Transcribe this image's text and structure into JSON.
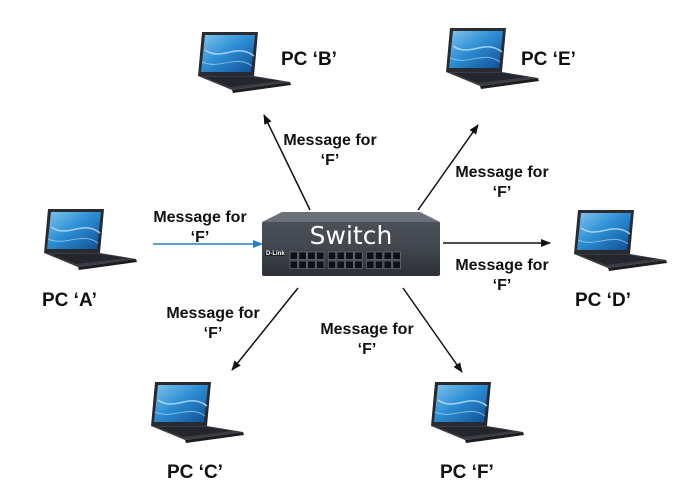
{
  "switch": {
    "label": "Switch",
    "brand": "D-Link"
  },
  "pcs": [
    {
      "id": "a",
      "label": "PC ‘A’"
    },
    {
      "id": "b",
      "label": "PC ‘B’"
    },
    {
      "id": "c",
      "label": "PC ‘C’"
    },
    {
      "id": "d",
      "label": "PC ‘D’"
    },
    {
      "id": "e",
      "label": "PC ‘E’"
    },
    {
      "id": "f",
      "label": "PC ‘F’"
    }
  ],
  "messages": [
    {
      "id": "from-a",
      "line1": "Message for",
      "line2": "‘F’"
    },
    {
      "id": "to-b",
      "line1": "Message for",
      "line2": "‘F’"
    },
    {
      "id": "to-e",
      "line1": "Message for",
      "line2": "‘F’"
    },
    {
      "id": "to-d",
      "line1": "Message for",
      "line2": "‘F’"
    },
    {
      "id": "to-c",
      "line1": "Message for",
      "line2": "‘F’"
    },
    {
      "id": "to-f",
      "line1": "Message for",
      "line2": "‘F’"
    }
  ],
  "colors": {
    "incoming_arrow": "#2b7bbd",
    "outgoing_arrow": "#111111",
    "switch_body": "#3b3e45"
  }
}
